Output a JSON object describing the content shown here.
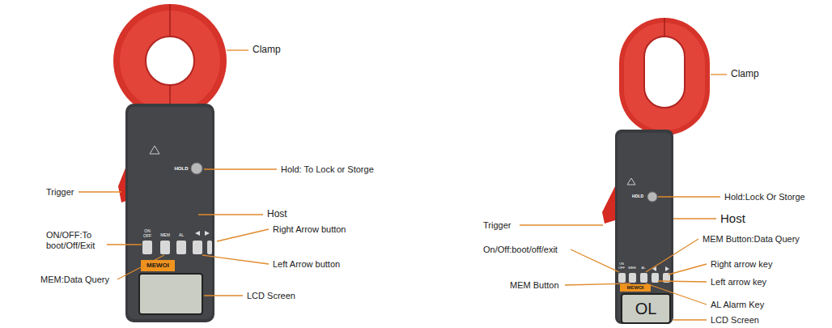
{
  "diagram": {
    "labels": [
      "Clamp",
      "Hold: To Lock or Storge",
      "Trigger",
      "Host",
      "ON/OFF:To boot/Off/Exit",
      "Right Arrow button",
      "MEM:Data Query",
      "Left Arrow button",
      "LCD Screen",
      "HOLD",
      "ON OFF",
      "MEM",
      "AL",
      "MEWOI",
      "Clamp",
      "Hold:Lock Or Storge",
      "Trigger",
      "Host",
      "MEM Button:Data Query",
      "On/Off:boot/off/exit",
      "Right arrow key",
      "MEM Button",
      "Left arrow key",
      "AL Alarm Key",
      "LCD Screen",
      "HOLD",
      "ON OFF",
      "MEM",
      "AL",
      "MEWOI",
      "OL"
    ]
  }
}
